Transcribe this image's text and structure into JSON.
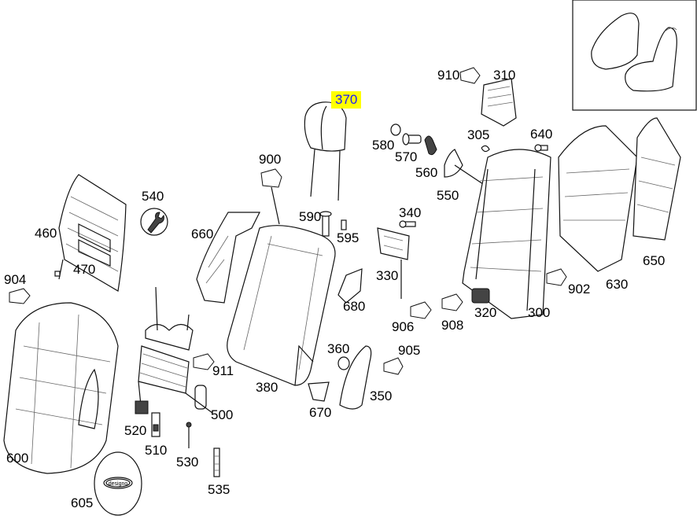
{
  "diagram": {
    "highlighted_part": "370",
    "highlight_color": "#ffff00",
    "highlight_text_color": "#1a1aff",
    "logo_text": "designo",
    "parts": [
      "910",
      "310",
      "370",
      "580",
      "570",
      "305",
      "640",
      "560",
      "550",
      "900",
      "540",
      "590",
      "595",
      "340",
      "460",
      "470",
      "660",
      "330",
      "680",
      "902",
      "630",
      "650",
      "904",
      "906",
      "908",
      "320",
      "300",
      "360",
      "905",
      "911",
      "380",
      "350",
      "500",
      "670",
      "520",
      "510",
      "530",
      "600",
      "605",
      "535"
    ]
  }
}
